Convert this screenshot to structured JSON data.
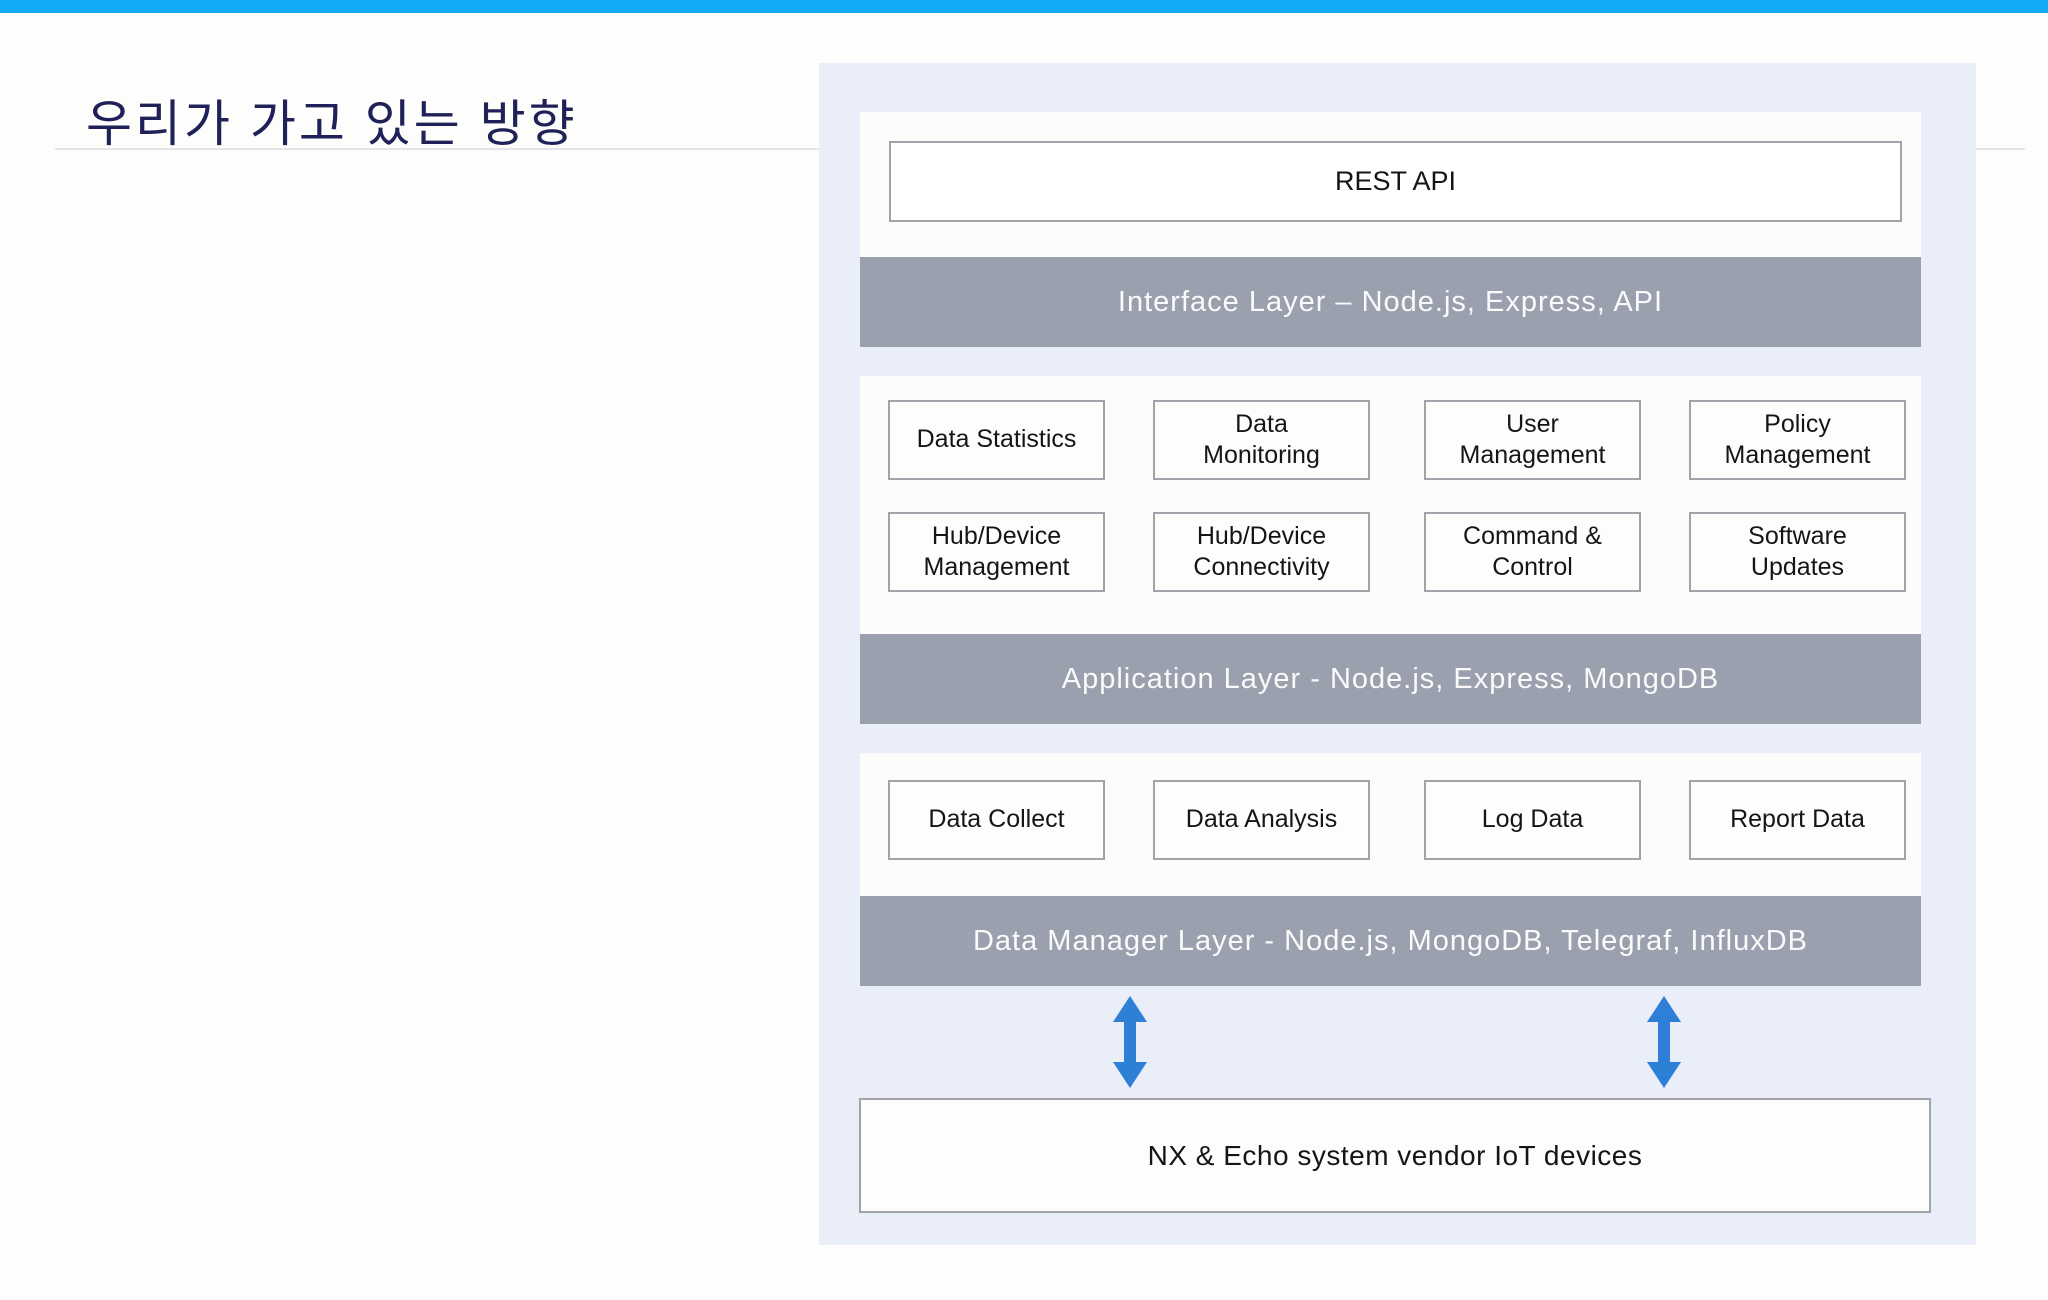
{
  "slide": {
    "title": "우리가 가고 있는 방향"
  },
  "diagram": {
    "rest_api_label": "REST API",
    "interface_layer_label": "Interface Layer – Node.js, Express, API",
    "application_layer_label": "Application Layer - Node.js, Express, MongoDB",
    "data_manager_layer_label": "Data Manager Layer - Node.js, MongoDB, Telegraf, InfluxDB",
    "application_modules": [
      "Data Statistics",
      "Data\nMonitoring",
      "User\nManagement",
      "Policy\nManagement",
      "Hub/Device\nManagement",
      "Hub/Device\nConnectivity",
      "Command &\nControl",
      "Software\nUpdates"
    ],
    "data_manager_modules": [
      "Data Collect",
      "Data Analysis",
      "Log Data",
      "Report Data"
    ],
    "devices_label": "NX & Echo system vendor IoT devices",
    "arrow_icons": [
      "updown-arrow-icon",
      "updown-arrow-icon"
    ]
  },
  "colors": {
    "accent": "#12a9f5",
    "title-text": "#21215a",
    "underline": "#e2e4e8",
    "panel-bg": "#e9eef8",
    "section-bg": "#fcfcfa",
    "layer-bar-bg": "#9aa0ae",
    "layer-bar-text": "#fafafa",
    "box-bg": "#fdfdfc",
    "box-border": "#a2a2aa",
    "box-text": "#151515",
    "arrow": "#2e7fd6"
  }
}
